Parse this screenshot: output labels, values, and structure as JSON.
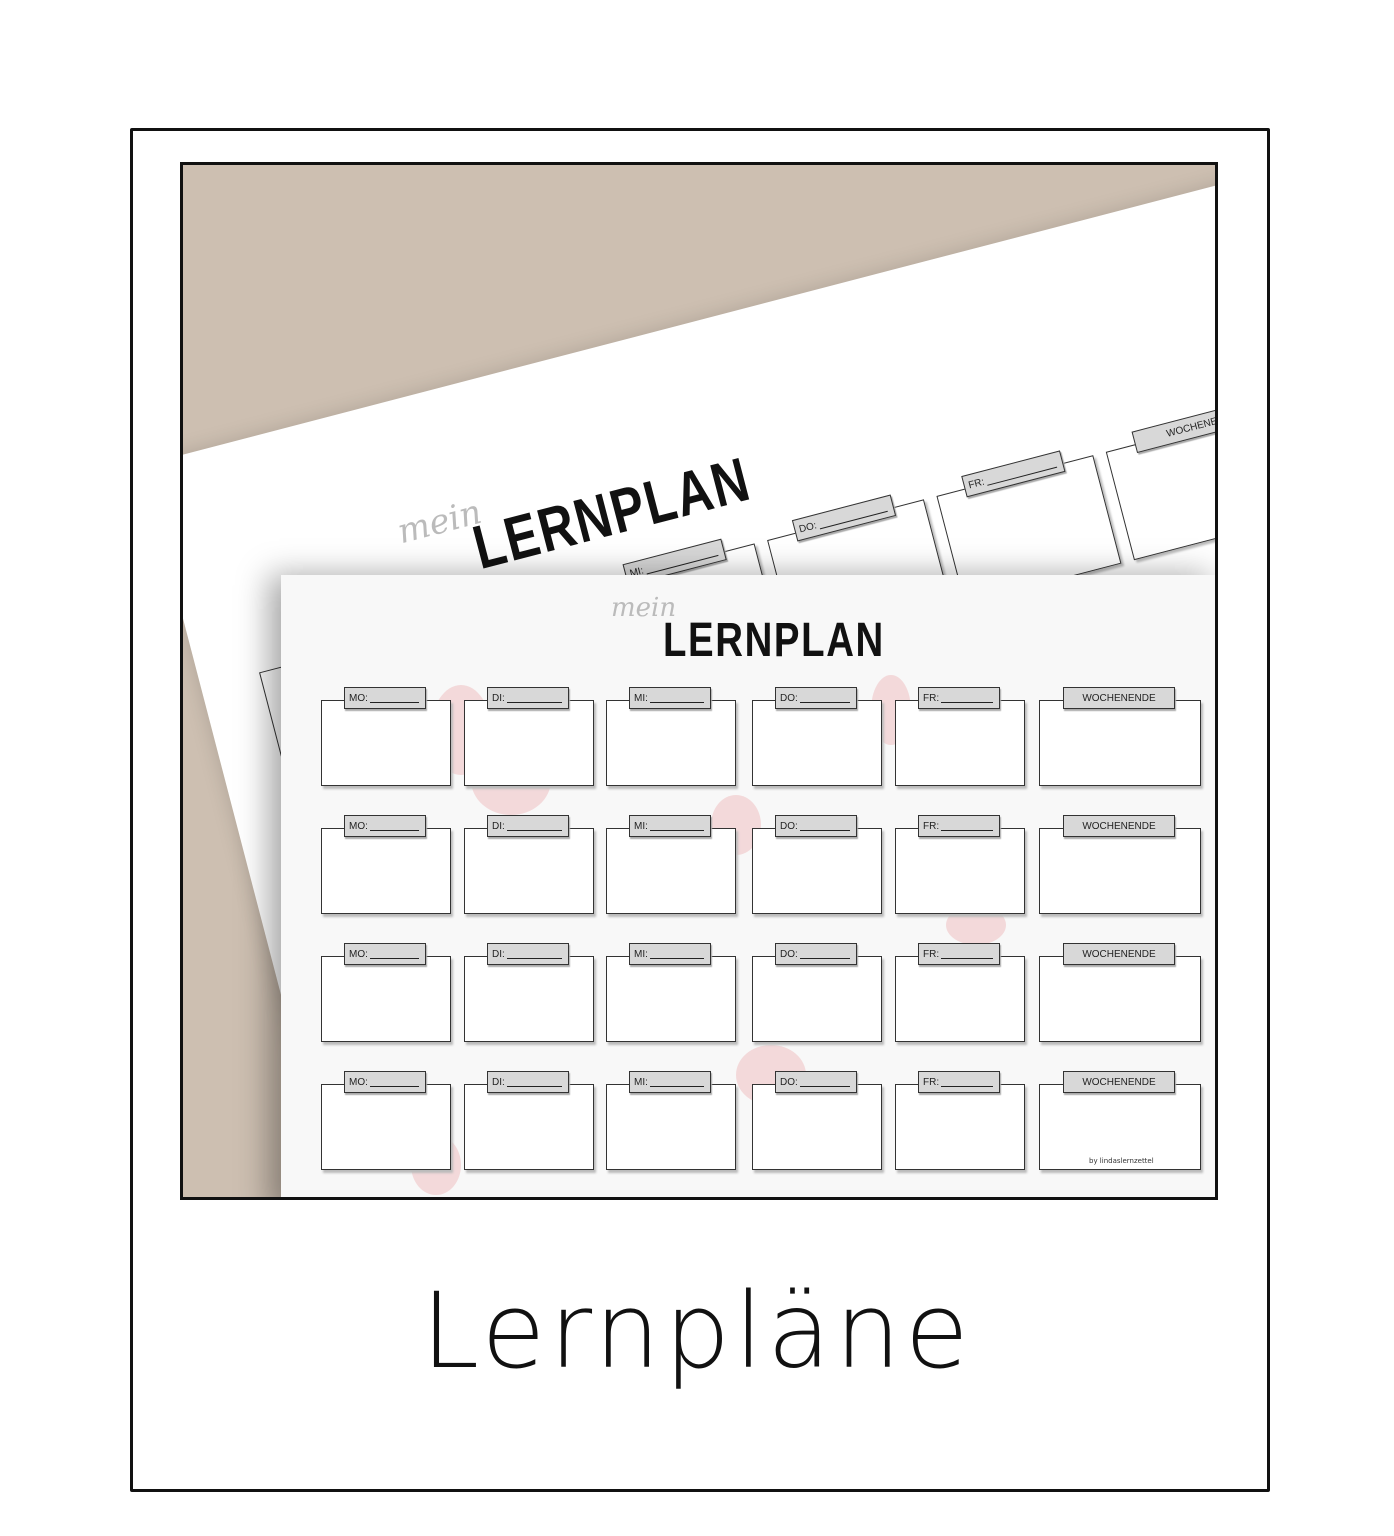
{
  "sheet": {
    "subtitle": "mein",
    "title": "LERNPLAN",
    "days": [
      "MO:",
      "DI:",
      "MI:",
      "DO:",
      "FR:",
      "WOCHENENDE"
    ],
    "rows": 4,
    "credit": "by lindaslernzettel"
  },
  "caption": "Lernpläne",
  "colors": {
    "background": "#cdbfb1",
    "accent": "#f2d3d5",
    "tab": "#d8d8d8"
  }
}
